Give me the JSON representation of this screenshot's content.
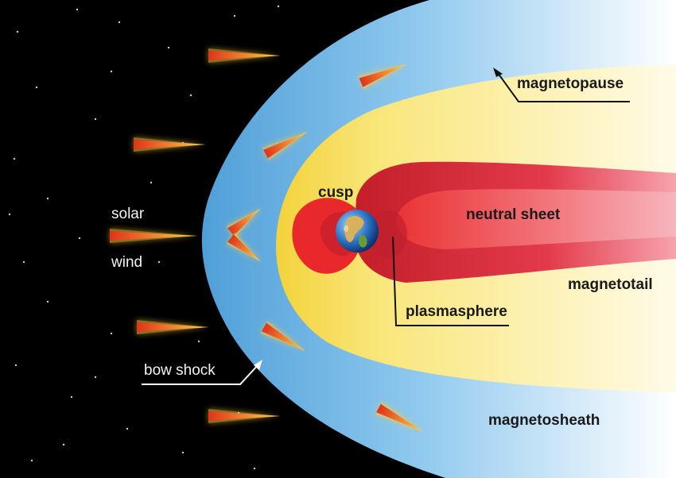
{
  "diagram": {
    "labels": {
      "solar": "solar",
      "wind": "wind",
      "bow_shock": "bow shock",
      "cusp": "cusp",
      "magnetopause": "magnetopause",
      "neutral_sheet": "neutral sheet",
      "magnetotail": "magnetotail",
      "plasmasphere": "plasmasphere",
      "magnetosheath": "magnetosheath"
    },
    "colors": {
      "space": "#000000",
      "magnetosheath": "#6fb7e6",
      "magnetosphere": "#fbf0a0",
      "magnetosphere_edge": "#f5d63a",
      "plasma": "#e62a2a",
      "plasma_dark": "#b51d2a",
      "solar_wind_arrow": "#e8401a",
      "glow": "#ffcf3a"
    }
  }
}
